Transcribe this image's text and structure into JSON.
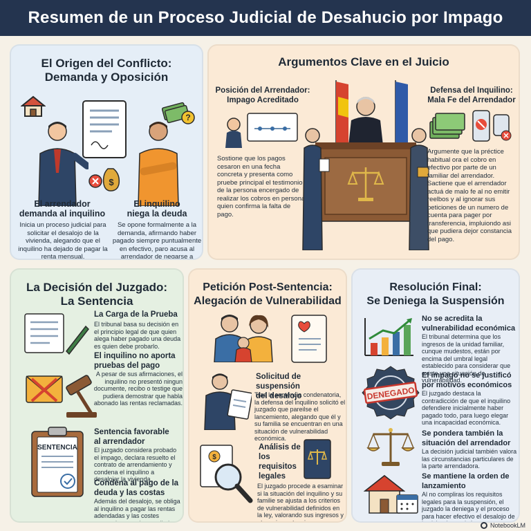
{
  "title": "Resumen de un Proceso Judicial de Desahucio por Impago",
  "panel1": {
    "title_line1": "El Origen del Conflicto:",
    "title_line2": "Demanda y Oposición",
    "left_heading_line1": "El arrendador",
    "left_heading_line2": "demanda al inquilino",
    "left_text": "Inicia un proceso judicial para solicitar el desalojo de la vivienda, alegando que el inquilino ha dejado de pagar la renta mensual.",
    "right_heading_line1": "El inquilino",
    "right_heading_line2": "niega la deuda",
    "right_text": "Se opone formalmente a la demanda, afirmando haber pagado siempre puntualmente en efectivo, paro acusa al arrendador de negarse a entregarla los recibos de pago."
  },
  "panel2": {
    "title": "Argumentos Clave en el Juicio",
    "left_heading_line1": "Posición del Arrendador:",
    "left_heading_line2": "Impago Acreditado",
    "left_text": "Sostione que los pagos cesaron en una fecha concreta y presenta como pruebe principal el testimonio de la persona encergado de realizar los cobros en persona, quien confirma la falta de pago.",
    "right_heading_line1": "Defensa del Inquilino:",
    "right_heading_line2": "Mala Fe del Arrendador",
    "right_text": "Argumente que la préctice habitual ora el cobro en efectivo por parte de un familiar del arrendador. Sactiene que el arrendador actuá de malo fe al no emitir reelbos y al ignorar sus peticiones de un numero de cuenta para pager por transferencia, impluiondo asi que pudiera dejor constancia del pago."
  },
  "panel3": {
    "title_line1": "La Decisión del Juzgado:",
    "title_line2": "La Sentencia",
    "item1_heading": "La Carga de la Prueba",
    "item1_text": "El tribunal basa su decisión en el principio legal de que quien alega haber pagado una deuda es quien debe probarlo.",
    "item2_heading_line1": "El inquilino no aporta",
    "item2_heading_line2": "pruebas del pago",
    "item2_text": "A pesar de sus afirmaciones, el inquilino no presentó ningun documente, recibo o testige que pudiera demostrar que habla abonado las rentas reclamadas.",
    "item3_heading_line1": "Sentencia favorable",
    "item3_heading_line2": "al arrendador",
    "item3_text": "El juzgado considera probado el impago, declara resuelto el contrato de arrendamiento y condena el inquilino a desalojar la vivienda.",
    "item4_heading_line1": "Condena al pago de la",
    "item4_heading_line2": "deuda y las costas",
    "item4_text": "Además del desalojo, se obliga al inquilino a pagar las rentas adendadas y las costes generados por el procedimiento judicial.",
    "document_label": "SENTENCIA"
  },
  "panel4": {
    "title_line1": "Petición Post-Sentencia:",
    "title_line2": "Alegación de Vulnerabilidad",
    "item1_heading_line1": "Solicitud de suspensión",
    "item1_heading_line2": "del desalojo",
    "item1_text": "Tras la sentencia condenatoria, la defensa del inquilino solicitó el juzgado que pareilse el lancemiento, alegando que él y su familia se encuentran en una situación de vulnerabilidad económica.",
    "item2_heading_line1": "Análisis de",
    "item2_heading_line2": "los",
    "item2_heading_line3": "requisitos",
    "item2_heading_line4": "legales",
    "item2_text": "El juzgado procede a esaminar si la situación del inquilino y su familie se ajusta a los criterios de vulnerabilidad definidos en la ley, valorando sus ingresos y otras circunstancias."
  },
  "panel5": {
    "title_line1": "Resolución Final:",
    "title_line2": "Se Deniega la Suspensión",
    "item1_heading_line1": "No se acredita la",
    "item1_heading_line2": "vulnerabilidad económica",
    "item1_text": "El tribunal determina que los ingresos de la unidad familiar, cunque mudestos, están por encima del umbral legal establecido para considerar que existe una situación de vulnerabilidad.",
    "item2_heading_line1": "El impago no se justificó",
    "item2_heading_line2": "por motivos económicos",
    "item2_text": "El juzgado destaca la contradicción de que el inquilino defendiere inicialmente haber pagado todo, para luego elegar una incapacidad económica.",
    "item3_heading_line1": "Se pondera también la",
    "item3_heading_line2": "situación del arrendador",
    "item3_text": "La decisión judicial también valora las circunstancias particulares de la parte arrendadora.",
    "item4_heading_line1": "Se mantiene la orden de",
    "item4_heading_line2": "lanzamiento",
    "item4_text": "Al no compliras los requisitos legales para la suspensión, el juzgado la deniega y el proceso para hacer efectivo el desalojo de la vivienda continúa su curso.",
    "stamp_label": "DENEGADO"
  },
  "attribution": "NotebookLM",
  "colors": {
    "header_bg": "#24344f",
    "panel_blue": "#e5eef7",
    "panel_peach": "#fbead6",
    "panel_green": "#e5f0e2",
    "stamp_red": "#c8372d"
  }
}
